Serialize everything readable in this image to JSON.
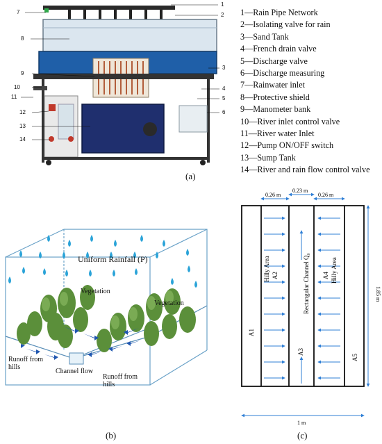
{
  "panel_a": {
    "caption": "(a)",
    "legend": [
      "1—Rain Pipe Network",
      "2—Isolating valve for rain",
      "3—Sand Tank",
      "4—French drain valve",
      "5—Discharge valve",
      "6—Discharge measuring",
      "7—Rainwater inlet",
      "8—Protective shield",
      "9—Manometer bank",
      "10—River inlet control valve",
      "11—River water Inlet",
      "12—Pump ON/OFF switch",
      "13—Sump Tank",
      "14—River and rain flow control valve"
    ],
    "callouts_left": [
      "7",
      "8",
      "9",
      "10",
      "11",
      "12",
      "13",
      "14"
    ],
    "callouts_right": [
      "1",
      "2",
      "3",
      "4",
      "5",
      "6"
    ]
  },
  "panel_b": {
    "caption": "(b)",
    "rainfall_label": "Uniform Rainfall (P)",
    "vegetation_left": "Vegetation",
    "vegetation_right": "Vegetation",
    "runoff_left": "Runoff from hills",
    "channel_flow": "Channel flow",
    "runoff_right": "Runoff from hills"
  },
  "panel_c": {
    "caption": "(c)",
    "dim_left": "0.26 m",
    "dim_mid": "0.23 m",
    "dim_right": "0.26 m",
    "dim_height": "1.85 m",
    "dim_width": "1 m",
    "zones": [
      "A1",
      "A2",
      "A3",
      "A4",
      "A5"
    ],
    "hilly_left": "Hilly Area",
    "hilly_right": "Hilly Area",
    "channel": "Rectangular Channel Q₀",
    "colors": {
      "arrow": "#2f7fd6",
      "frame": "#111111"
    }
  }
}
